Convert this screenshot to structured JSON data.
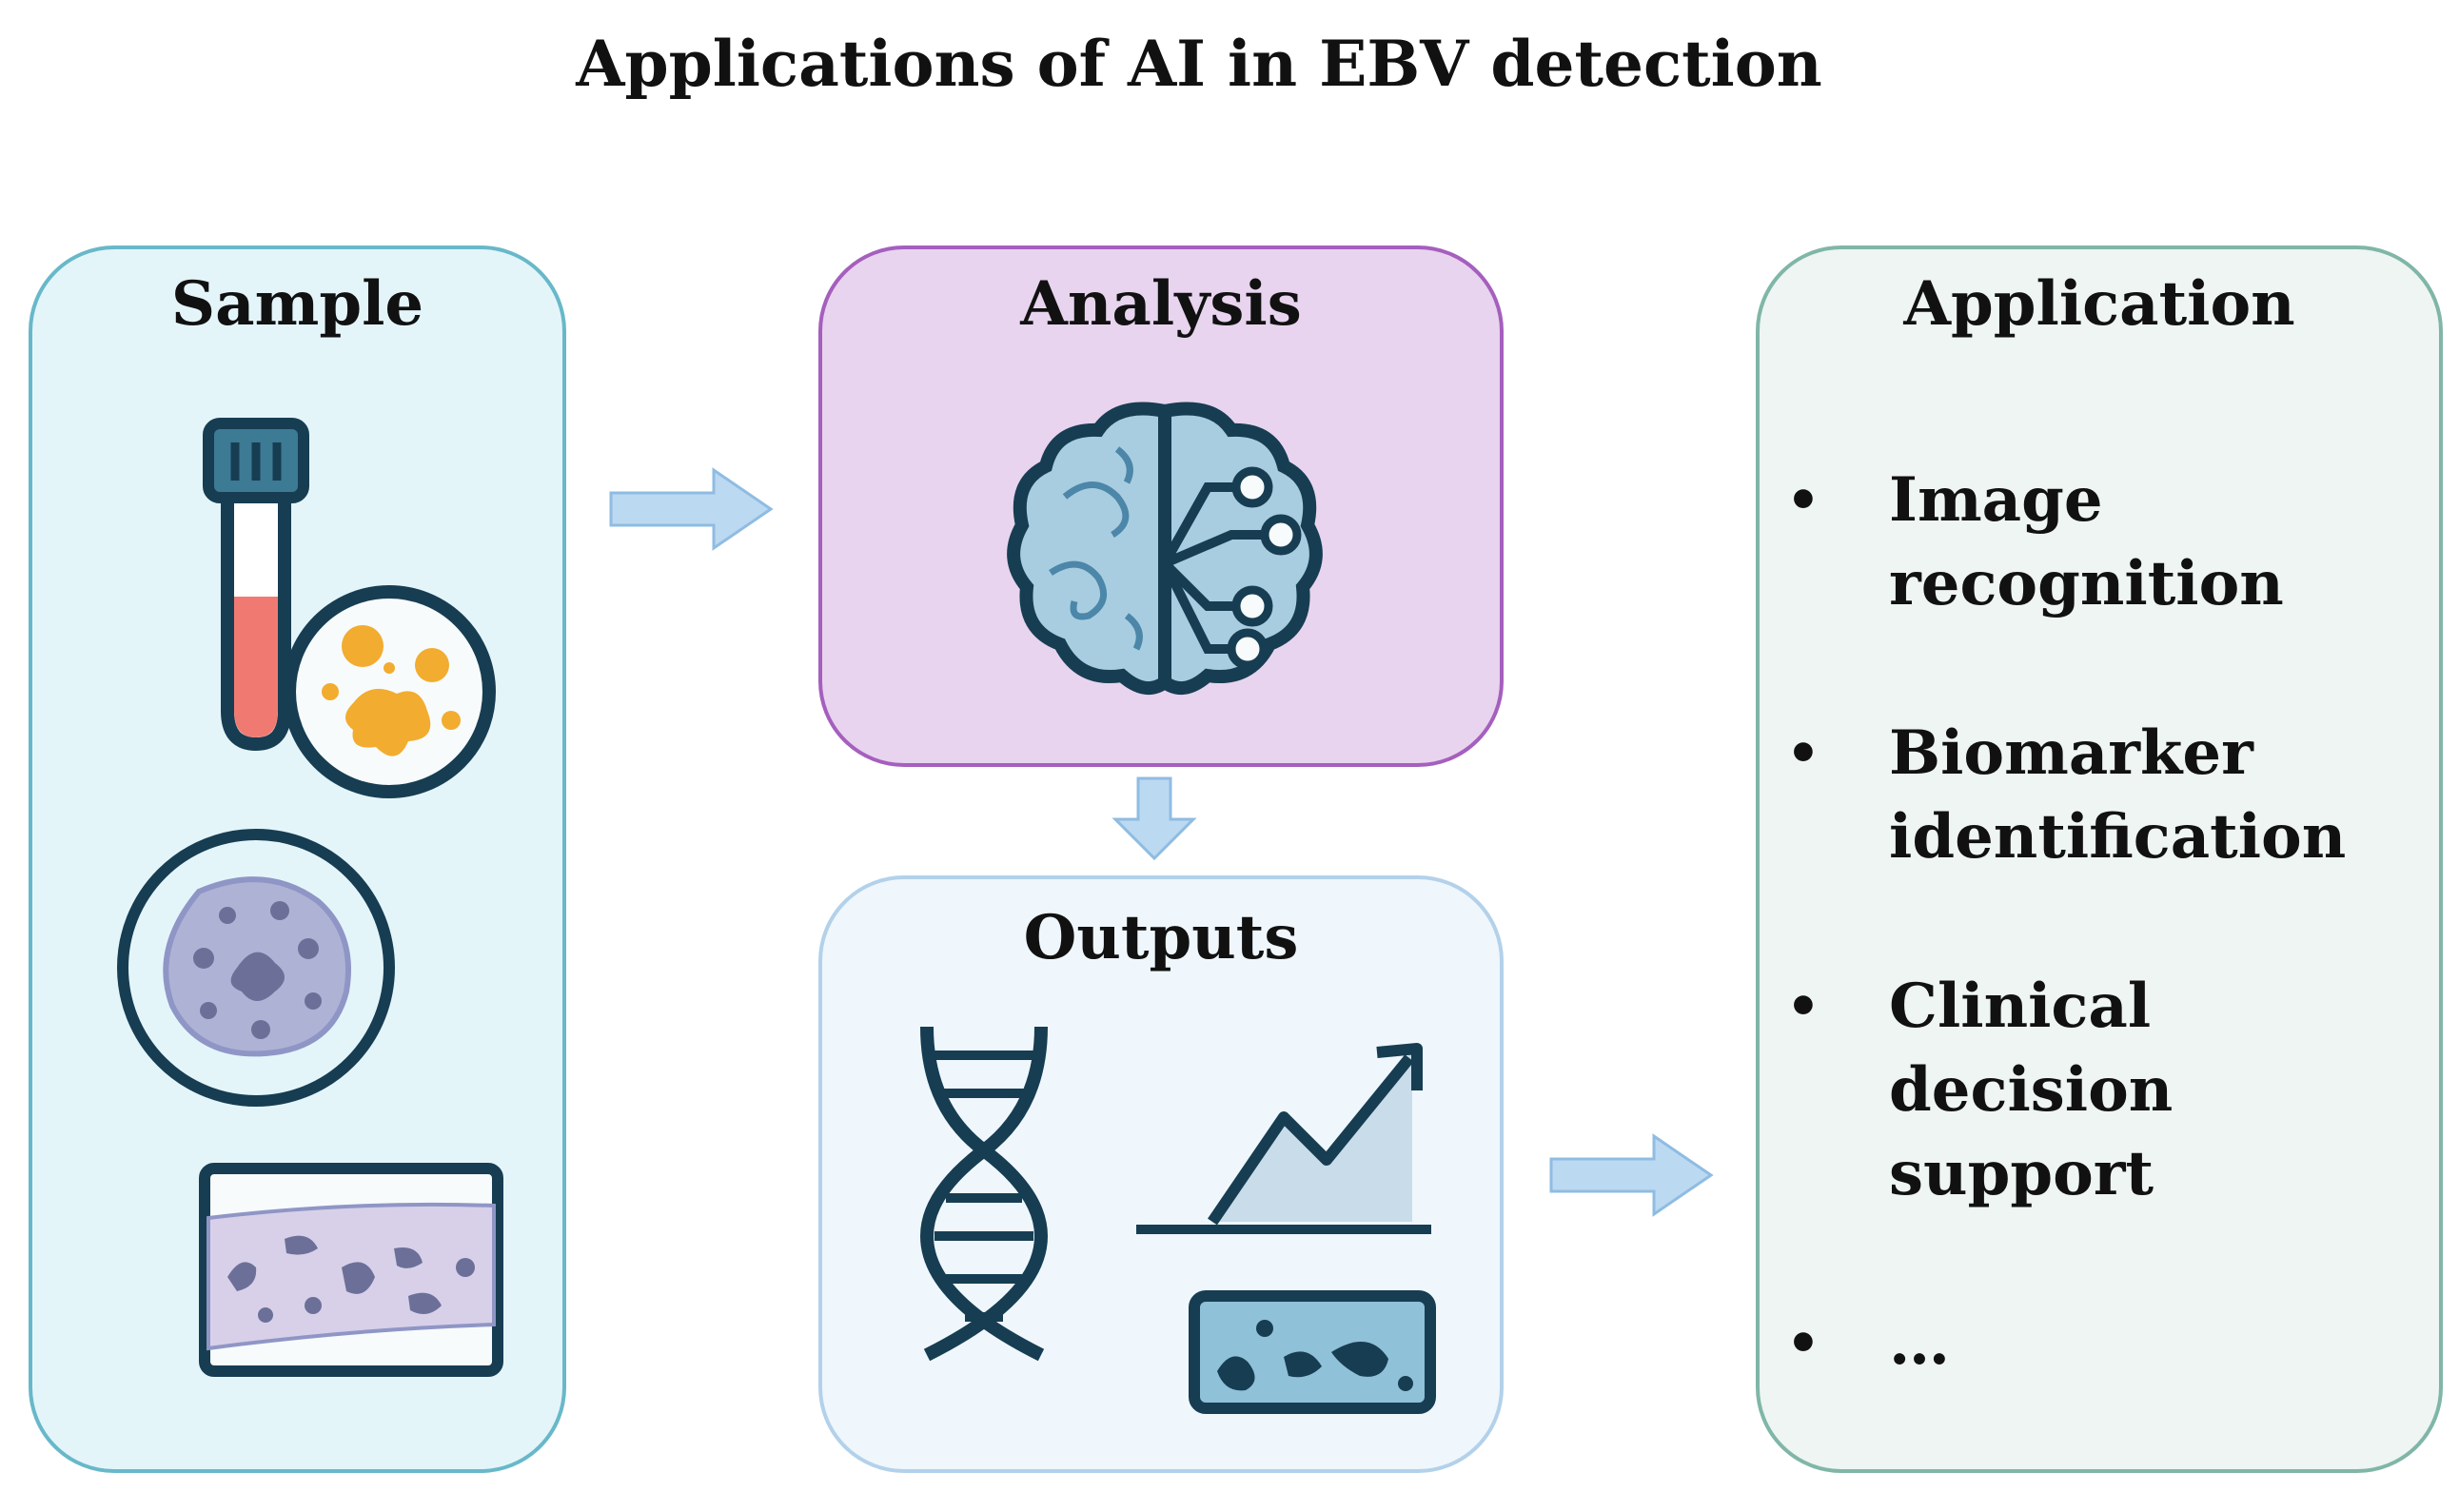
{
  "title": "Applications of AI in EBV detection",
  "panels": {
    "sample": {
      "label": "Sample"
    },
    "analysis": {
      "label": "Analysis"
    },
    "outputs": {
      "label": "Outputs"
    },
    "application": {
      "label": "Application",
      "items": [
        {
          "line1": "Image",
          "line2": "recognition"
        },
        {
          "line1": "Biomarker",
          "line2": "identification"
        },
        {
          "line1": "Clinical decision",
          "line2": "support"
        },
        {
          "line1": "…",
          "line2": ""
        }
      ]
    }
  },
  "bullet_char": "•",
  "icons": {
    "sample": [
      "blood-tube-icon",
      "petri-dish-icon",
      "cell-icon",
      "tissue-slide-icon"
    ],
    "analysis": [
      "ai-brain-icon"
    ],
    "outputs": [
      "dna-icon",
      "trend-chart-icon",
      "slide-result-icon"
    ]
  },
  "colors": {
    "sample_fill": "#e4f5fa",
    "sample_border": "#68b8c9",
    "analysis_fill": "#e8d4ee",
    "analysis_border": "#a55fbe",
    "outputs_fill": "#eff7fc",
    "outputs_border": "#b3d1ea",
    "application_fill": "#eef5f3",
    "application_border": "#80b6a7",
    "arrow_fill": "#bcd9f2",
    "arrow_stroke": "#8fbce2",
    "icon_stroke": "#173d52",
    "blood": "#f07a72",
    "stain": "#f2ac2f"
  }
}
